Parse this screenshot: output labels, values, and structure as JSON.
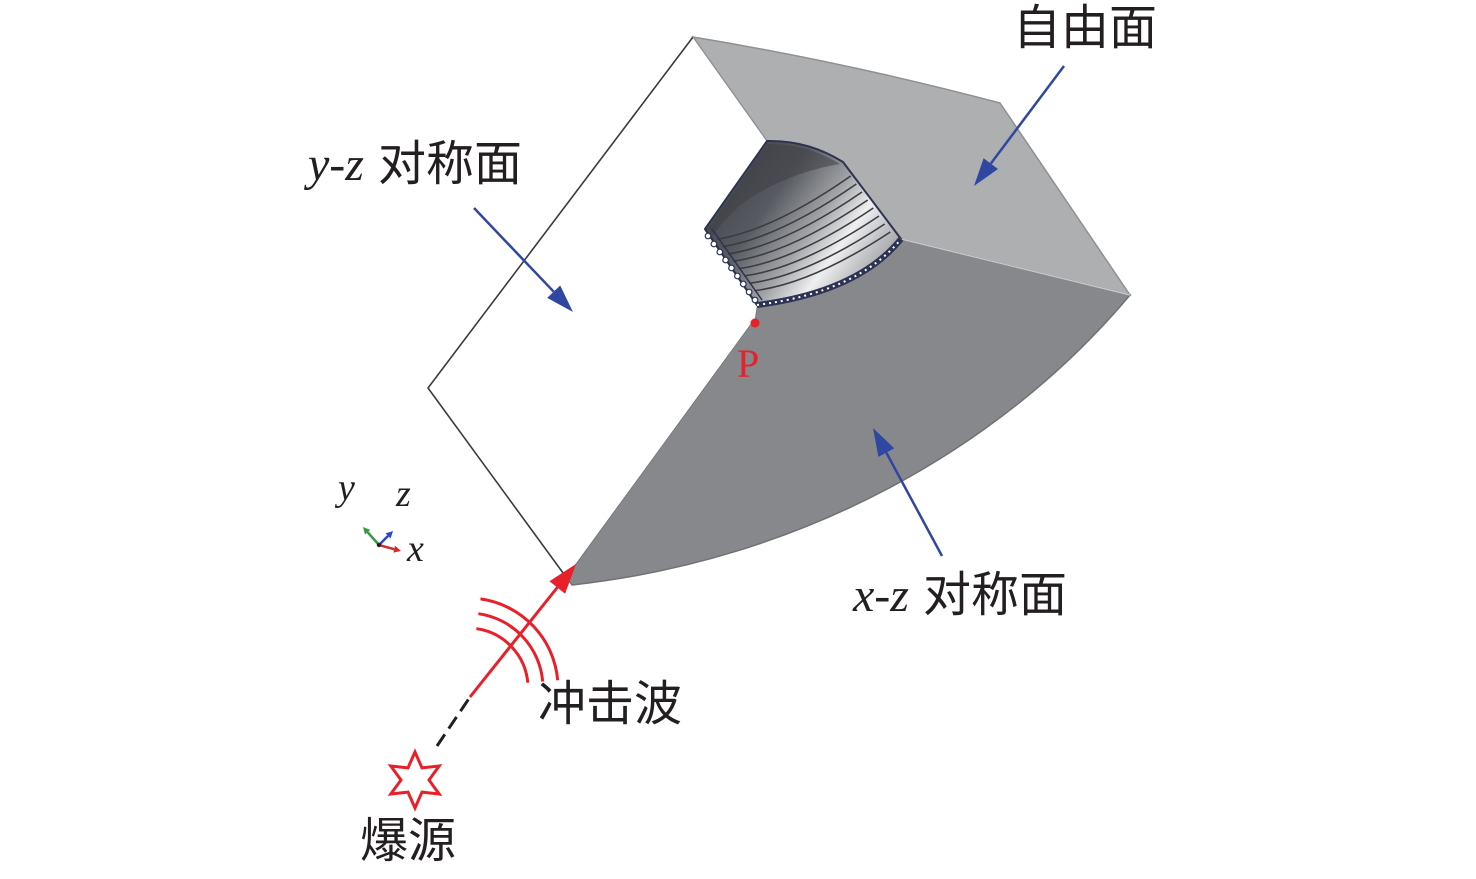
{
  "labels": {
    "free_surface": "自由面",
    "yz_plane": {
      "axes": "y-z",
      "name": "对称面"
    },
    "xz_plane": {
      "axes": "x-z",
      "name": "对称面"
    },
    "point": "P",
    "shock_wave": "冲击波",
    "explosion_source": "爆源"
  },
  "coordinate_axes": {
    "x": "x",
    "y": "y",
    "z": "z",
    "x_color": "#d22b2b",
    "y_color": "#2f9a3f",
    "z_color": "#2b48c8"
  },
  "colors": {
    "annotation_arrow": "#2f47a0",
    "shock_wave": "#e8202a",
    "point_marker": "#e8202a",
    "free_surface_face": "#aeafb1",
    "yz_plane_face": "#ffffff",
    "xz_plane_face": "#86888c",
    "tunnel_lining": "#2d3352",
    "shock_path_lead": "#231f20"
  },
  "icons": {
    "explosion_source": "explosion-star-icon",
    "coordinate_triad": "xyz-axes-icon",
    "shock_wave": "shock-wave-arcs-icon"
  }
}
